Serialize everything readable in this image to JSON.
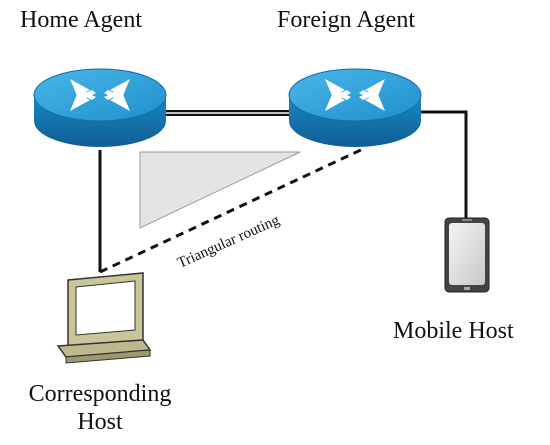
{
  "nodes": {
    "home_agent": "Home Agent",
    "foreign_agent": "Foreign Agent",
    "mobile_host": "Mobile Host",
    "corresponding_host_line1": "Corresponding",
    "corresponding_host_line2": "Host"
  },
  "edges": {
    "triangular_label": "Triangular routing"
  },
  "icons": {
    "router": "router-icon",
    "computer": "desktop-computer-icon",
    "mobile": "mobile-phone-icon"
  },
  "colors": {
    "router_top": "#2aa0d6",
    "router_side": "#1b7fb7",
    "triangle_fill": "#e4e4e4",
    "computer_body": "#d9d7b4",
    "line": "#111111"
  }
}
